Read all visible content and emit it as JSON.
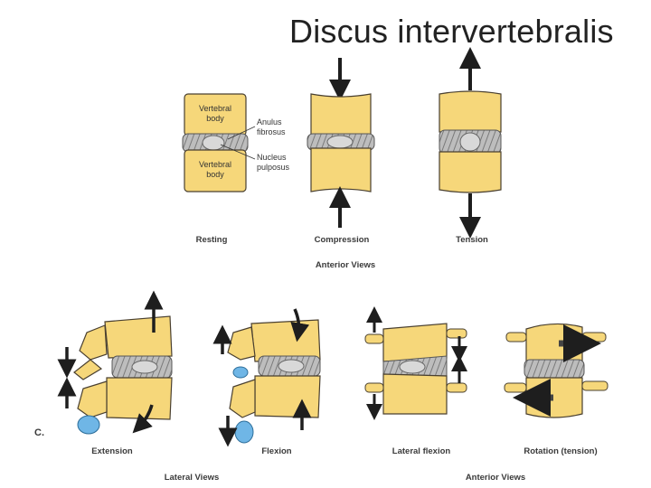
{
  "title": "Discus intervertebralis",
  "figure": {
    "resting_labels": {
      "vertebral_body_top": [
        "Vertebral",
        "body"
      ],
      "vertebral_body_bottom": [
        "Vertebral",
        "body"
      ],
      "anulus": [
        "Anulus",
        "fibrosus"
      ],
      "nucleus": [
        "Nucleus",
        "pulposus"
      ]
    },
    "top_row": {
      "captions": [
        "Resting",
        "Compression",
        "Tension"
      ],
      "group_caption": "Anterior Views"
    },
    "bottom_row": {
      "panel_letter": "C.",
      "captions": [
        "Extension",
        "Flexion",
        "Lateral flexion",
        "Rotation (tension)"
      ],
      "left_group_caption": "Lateral Views",
      "right_group_caption": "Anterior Views"
    },
    "colors": {
      "bone": "#f6d77a",
      "bone_outline": "#4a4030",
      "disc": "#b9b9b9",
      "nucleus": "#d8d8d8",
      "facet": "#6fb6e6",
      "arrow": "#1e1e1e"
    }
  }
}
